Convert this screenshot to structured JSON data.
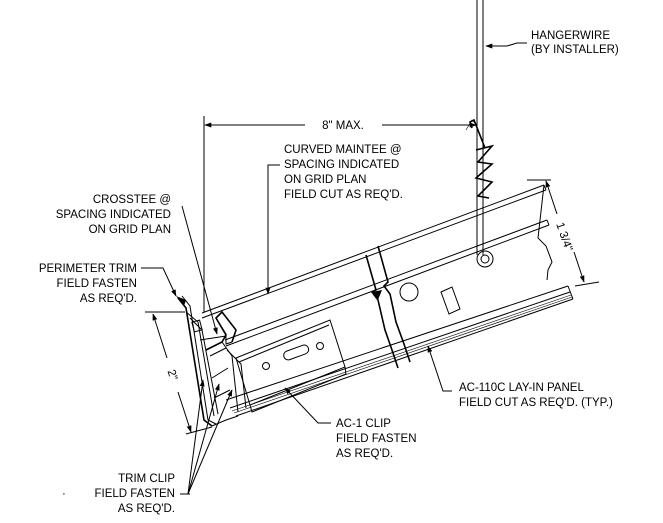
{
  "drawing": {
    "labels": {
      "hangerwire": [
        "HANGERWIRE",
        "(BY INSTALLER)"
      ],
      "max_spacing": "8\" MAX.",
      "curved_maintee": [
        "CURVED MAINTEE @",
        "SPACING INDICATED",
        "ON GRID PLAN",
        "FIELD CUT AS REQ'D."
      ],
      "crosstee": [
        "CROSSTEE @",
        "SPACING INDICATED",
        "ON GRID PLAN"
      ],
      "perimeter_trim": [
        "PERIMETER TRIM",
        "FIELD FASTEN",
        "AS REQ'D."
      ],
      "panel_depth": "1 3/4\"",
      "trim_height": "2\"",
      "lay_in_panel": [
        "AC-110C LAY-IN PANEL",
        "FIELD CUT AS REQ'D. (TYP.)"
      ],
      "clip": [
        "AC-1 CLIP",
        "FIELD FASTEN",
        "AS REQ'D."
      ],
      "trim_clip": [
        "TRIM CLIP",
        "FIELD FASTEN",
        "AS REQ'D."
      ]
    },
    "stray_mark": "·"
  }
}
